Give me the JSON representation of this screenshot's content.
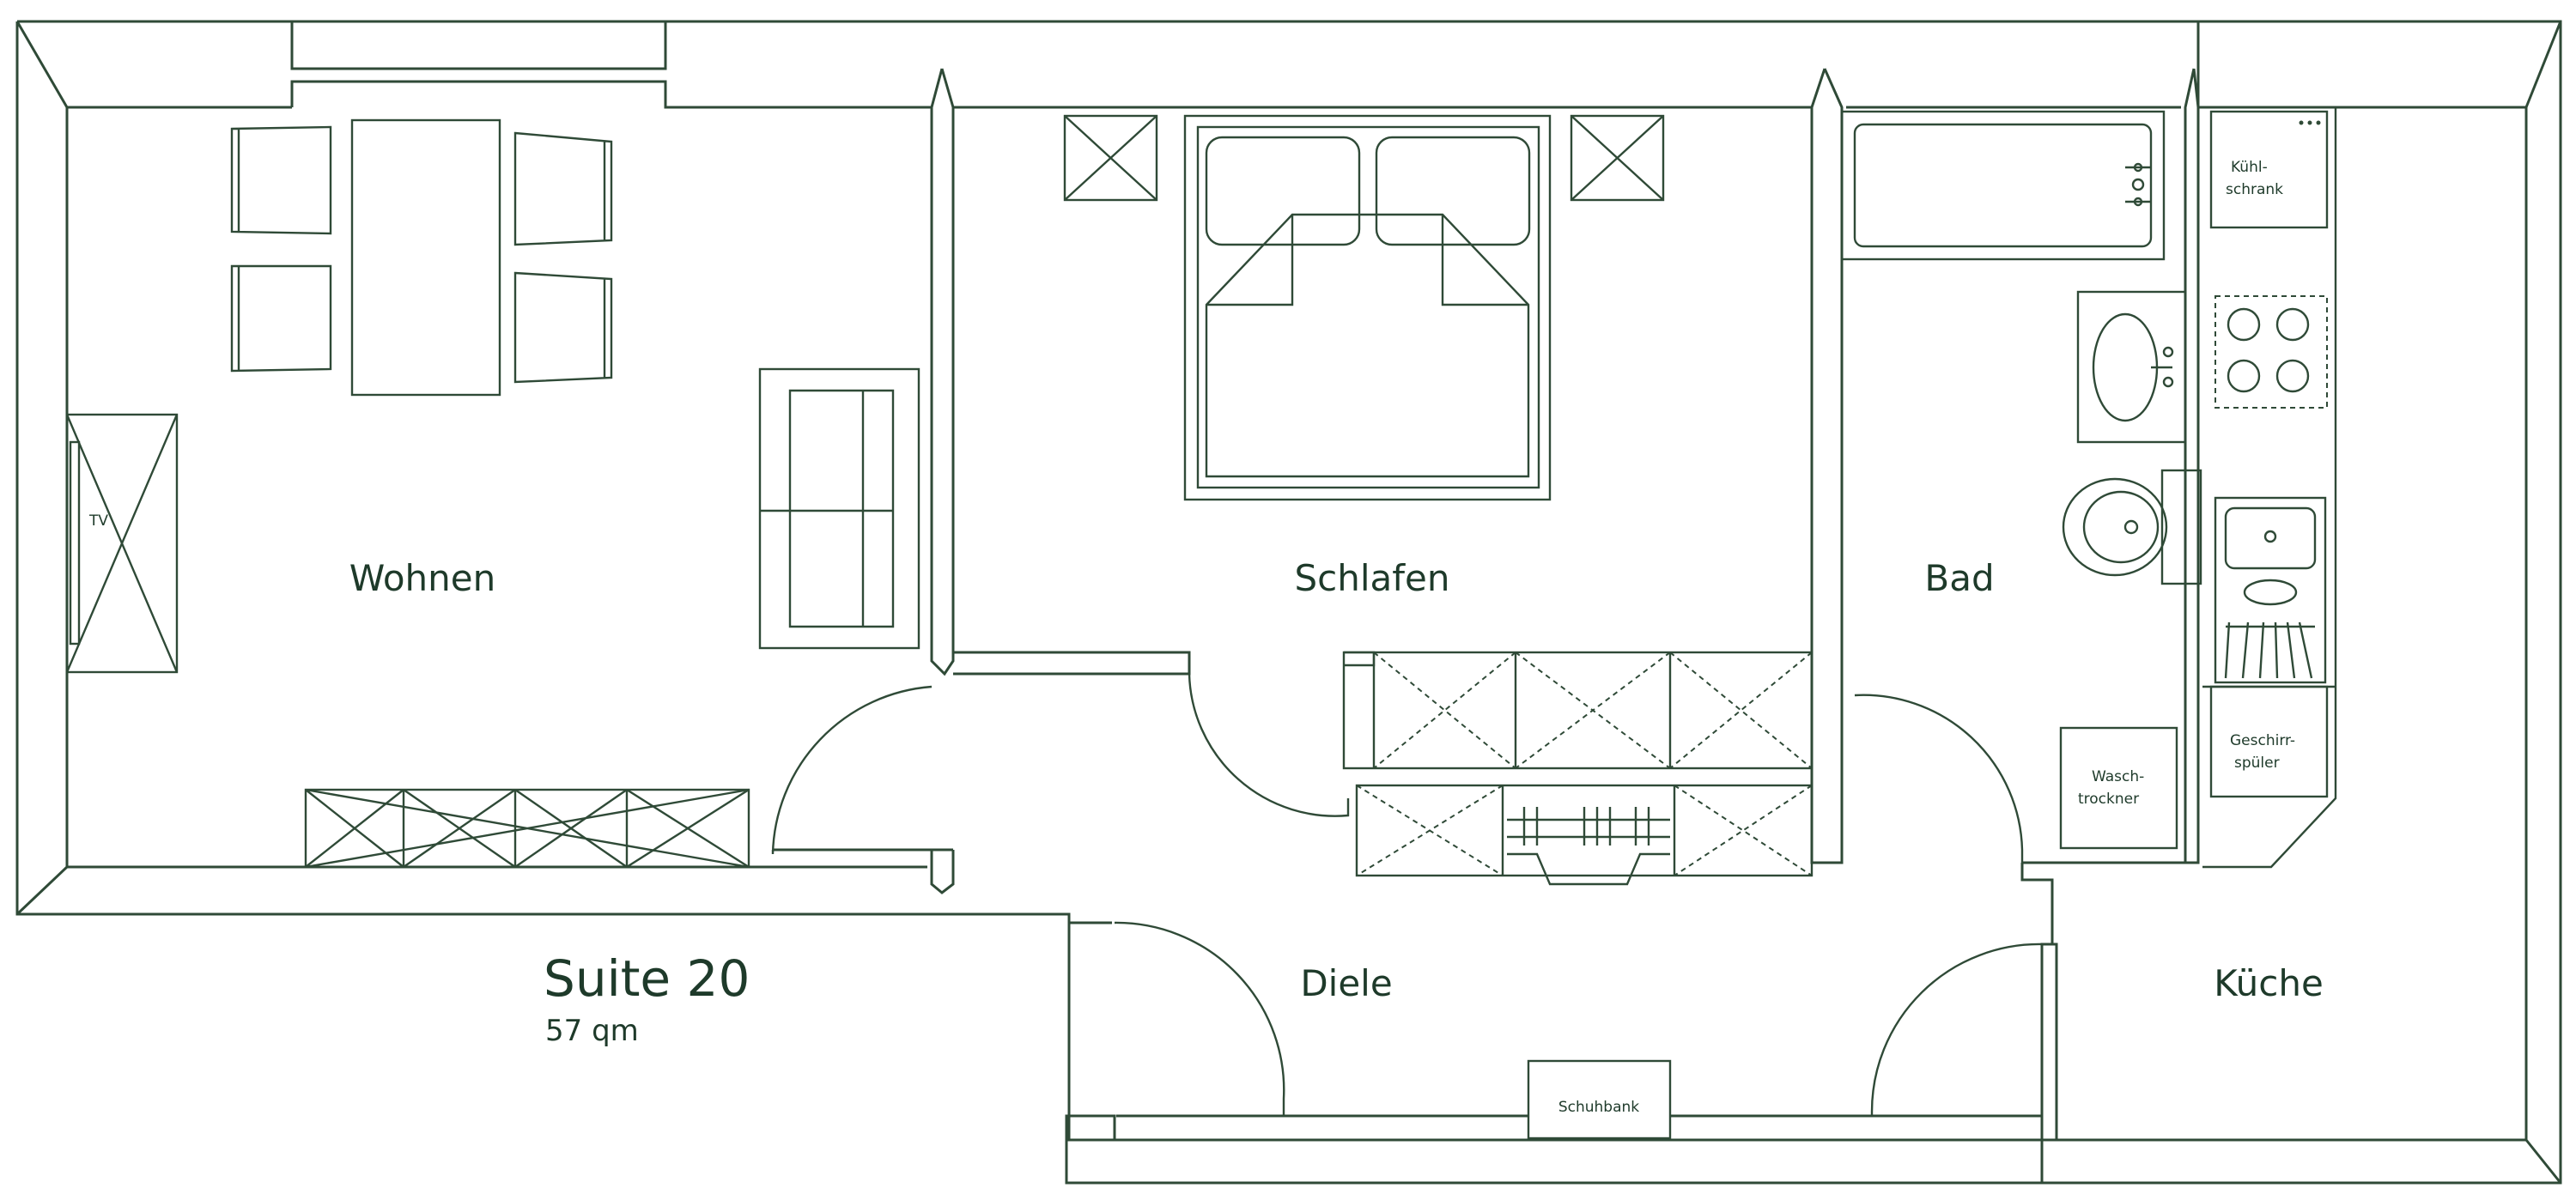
{
  "plan": {
    "title": "Suite 20",
    "area": "57 qm",
    "colors": {
      "line": "#2f4a37",
      "text": "#1e3a2a",
      "background": "#ffffff"
    }
  },
  "rooms": {
    "wohnen": "Wohnen",
    "schlafen": "Schlafen",
    "bad": "Bad",
    "diele": "Diele",
    "kueche": "Küche"
  },
  "fixtures": {
    "tv": "TV",
    "kuehlschrank_1": "Kühl-",
    "kuehlschrank_2": "schrank",
    "geschirr_1": "Geschirr-",
    "geschirr_2": "spüler",
    "wasch_1": "Wasch-",
    "wasch_2": "trockner",
    "schuhbank": "Schuhbank"
  }
}
